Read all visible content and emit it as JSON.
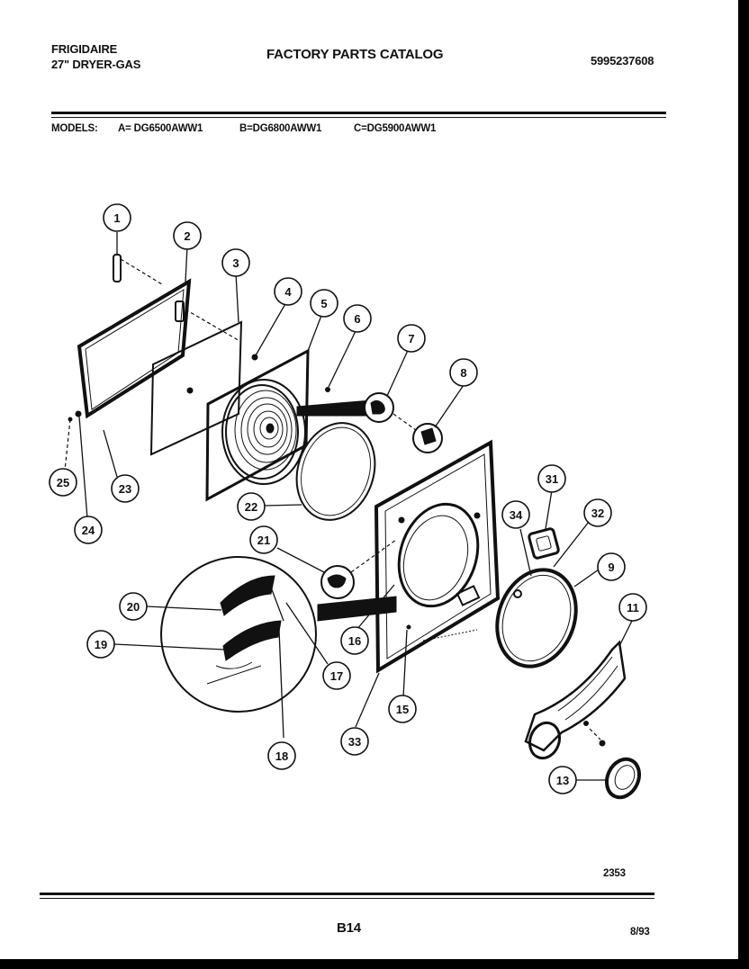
{
  "header": {
    "brand": "FRIGIDAIRE",
    "product": "27\" DRYER-GAS",
    "catalog_title": "FACTORY PARTS CATALOG",
    "catalog_number": "5995237608"
  },
  "models": {
    "label": "MODELS:",
    "a": "A= DG6500AWW1",
    "b": "B=DG6800AWW1",
    "c": "C=DG5900AWW1"
  },
  "diagram": {
    "callouts": [
      "1",
      "2",
      "3",
      "4",
      "5",
      "6",
      "7",
      "8",
      "9",
      "11",
      "13",
      "15",
      "16",
      "17",
      "18",
      "19",
      "20",
      "21",
      "22",
      "23",
      "24",
      "25",
      "31",
      "32",
      "33",
      "34"
    ]
  },
  "footer": {
    "drawing_number": "2353",
    "page": "B14",
    "date": "8/93"
  }
}
